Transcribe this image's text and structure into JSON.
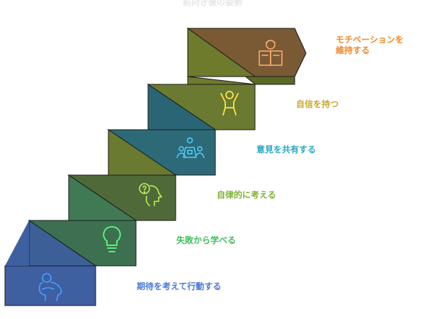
{
  "title": "前向き後の姿勢",
  "colors": {
    "step_1": "#3e5fa0",
    "step_2": "#3d7050",
    "step_3": "#4f6a38",
    "step_4": "#6a7a30",
    "step_5": "#2d6a78",
    "step_6": "#7a5a35",
    "label_1": "#4a79d6",
    "label_2": "#3fbf5e",
    "label_3": "#7fb236",
    "label_4": "#2aa6c9",
    "label_5": "#c9a92a",
    "label_6": "#ef8a2e"
  },
  "steps": [
    {
      "label": "期待を考えて行動する",
      "icon": "head-person-icon"
    },
    {
      "label": "失敗から学べる",
      "icon": "lightbulb-icon"
    },
    {
      "label": "自律的に考える",
      "icon": "thinking-head-icon"
    },
    {
      "label": "意見を共有する",
      "icon": "meeting-icon"
    },
    {
      "label": "自信を持つ",
      "icon": "celebrating-person-icon"
    },
    {
      "label": "モチベーションを\n維持する",
      "icon": "reading-person-icon"
    }
  ]
}
